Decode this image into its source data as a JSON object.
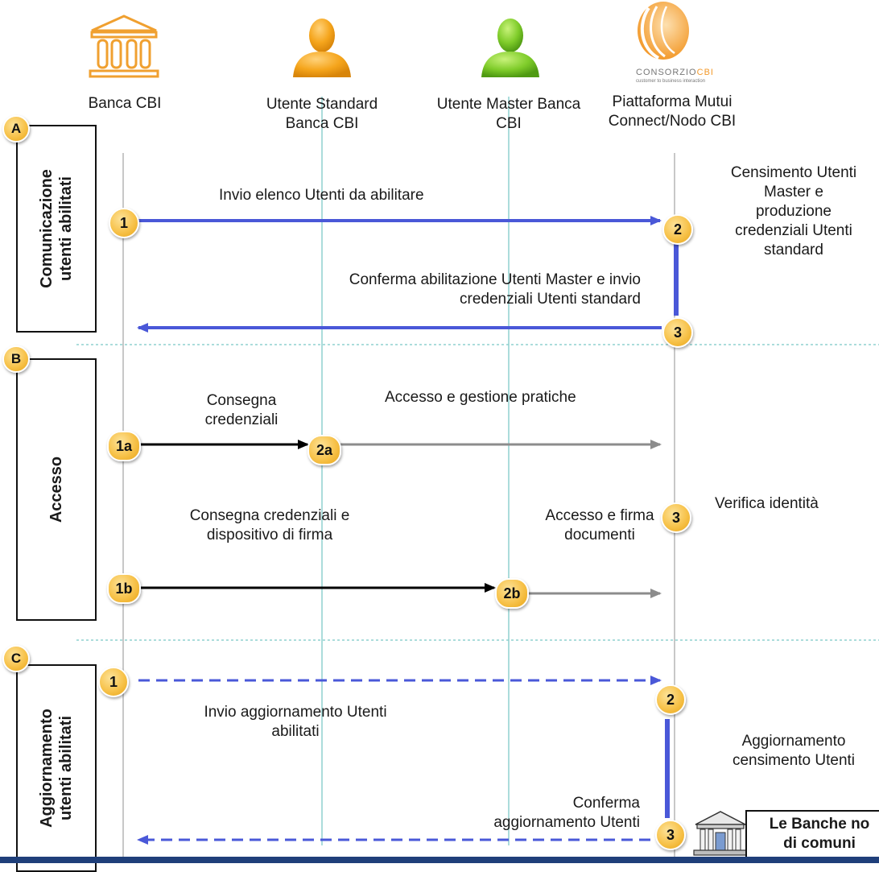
{
  "actors": [
    {
      "id": "banca",
      "label_lines": [
        "Banca CBI"
      ],
      "icon": "bank-building-icon"
    },
    {
      "id": "utente_standard",
      "label_lines": [
        "Utente Standard",
        "Banca CBI"
      ],
      "icon": "user-orange-icon"
    },
    {
      "id": "utente_master",
      "label_lines": [
        "Utente Master Banca",
        "CBI"
      ],
      "icon": "user-green-icon"
    },
    {
      "id": "piattaforma",
      "label_lines": [
        "Piattaforma Mutui",
        "Connect/Nodo CBI"
      ],
      "icon": "consorzio-cbi-logo"
    }
  ],
  "logo": {
    "brand": "CONSORZIO",
    "brand_accent": "CBI",
    "tagline": "customer to business interaction"
  },
  "sections": {
    "A": {
      "letter": "A",
      "title_lines": [
        "Comunicazione",
        "utenti abilitati"
      ]
    },
    "B": {
      "letter": "B",
      "title_lines": [
        "Accesso"
      ]
    },
    "C": {
      "letter": "C",
      "title_lines": [
        "Aggiornamento",
        "utenti abilitati"
      ]
    }
  },
  "steps": {
    "a1": "1",
    "a2": "2",
    "a3": "3",
    "b1a": "1a",
    "b2a": "2a",
    "b3": "3",
    "b1b": "1b",
    "b2b": "2b",
    "c1": "1",
    "c2": "2",
    "c3": "3"
  },
  "messages": {
    "a_invio": [
      "Invio elenco Utenti da abilitare"
    ],
    "a_conferma": [
      "Conferma abilitazione Utenti Master e invio",
      "credenziali Utenti standard"
    ],
    "a_censimento": [
      "Censimento Utenti",
      "Master e",
      "produzione",
      "credenziali Utenti",
      "standard"
    ],
    "b_consegna": [
      "Consegna",
      "credenziali"
    ],
    "b_accesso_gestione": [
      "Accesso e gestione pratiche"
    ],
    "b_verifica": [
      "Verifica identità"
    ],
    "b_consegna_firma": [
      "Consegna credenziali e",
      "dispositivo di firma"
    ],
    "b_accesso_firma": [
      "Accesso e firma",
      "documenti"
    ],
    "c_invio": [
      "Invio aggiornamento Utenti",
      "abilitati"
    ],
    "c_aggiornamento": [
      "Aggiornamento",
      "censimento Utenti"
    ],
    "c_conferma": [
      "Conferma",
      "aggiornamento Utenti"
    ],
    "c_bank_note": [
      "Le Banche no",
      "di comuni"
    ]
  },
  "colors": {
    "blue_arrow": "#4a58d8",
    "black_arrow": "#000000",
    "gray_arrow": "#8c8c8c",
    "lifeline": "#c8c8c8",
    "grid_teal": "#8fd0cf",
    "badge_fill": "#f7c24a",
    "footer": "#1f3f7a"
  }
}
